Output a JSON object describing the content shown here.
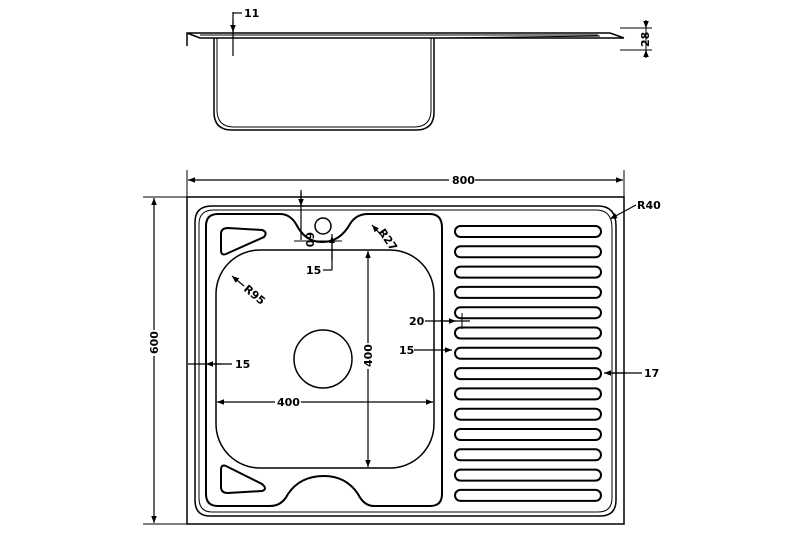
{
  "colors": {
    "line": "#000000",
    "background": "#ffffff"
  },
  "dimensions": {
    "rim_thickness": "11",
    "total_height": "28",
    "width": "800",
    "depth": "600",
    "corner_radius": "R40",
    "tap_offset": "60",
    "bowl_radius": "R27",
    "tap_hole_gap": "15",
    "inner_radius": "R95",
    "groove_spacing": "20",
    "groove_edge": "15",
    "side_gap": "15",
    "bowl_height": "400",
    "bowl_width": "400",
    "right_margin": "17"
  }
}
